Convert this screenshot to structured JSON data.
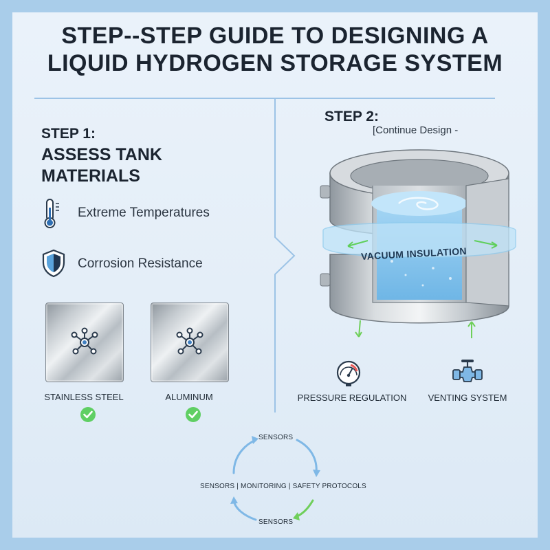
{
  "title": {
    "line1": "STEP--STEP GUIDE TO DESIGNING A",
    "line2": "LIQUID HYDROGEN STORAGE SYSTEM"
  },
  "step1": {
    "label": "STEP 1:",
    "heading_line1": "ASSESS TANK",
    "heading_line2": "MATERIALS",
    "features": [
      {
        "icon": "thermometer-icon",
        "text": "Extreme Temperatures"
      },
      {
        "icon": "shield-icon",
        "text": "Corrosion Resistance"
      }
    ],
    "materials": [
      {
        "name": "STAINLESS STEEL",
        "status": "check"
      },
      {
        "name": "ALUMINUM",
        "status": "check"
      }
    ]
  },
  "step2": {
    "label": "STEP 2:",
    "subtitle": "[Continue Design -",
    "insulation_label": "VACUUM INSULATION",
    "components": [
      {
        "icon": "pressure-gauge-icon",
        "label": "PRESSURE REGULATION"
      },
      {
        "icon": "valve-icon",
        "label": "VENTING SYSTEM"
      }
    ]
  },
  "cycle": {
    "top": "SENSORS",
    "middle": "SENSORS | MONITORING | SAFETY PROTOCOLS",
    "bottom": "SENSORS"
  },
  "colors": {
    "background": "#a9cdea",
    "panel": "#e8f1f9",
    "accent_blue": "#7fb8e6",
    "check_green": "#5fcf63",
    "arrow_green": "#6fcf5a",
    "liquid": "#8fc9ef"
  }
}
